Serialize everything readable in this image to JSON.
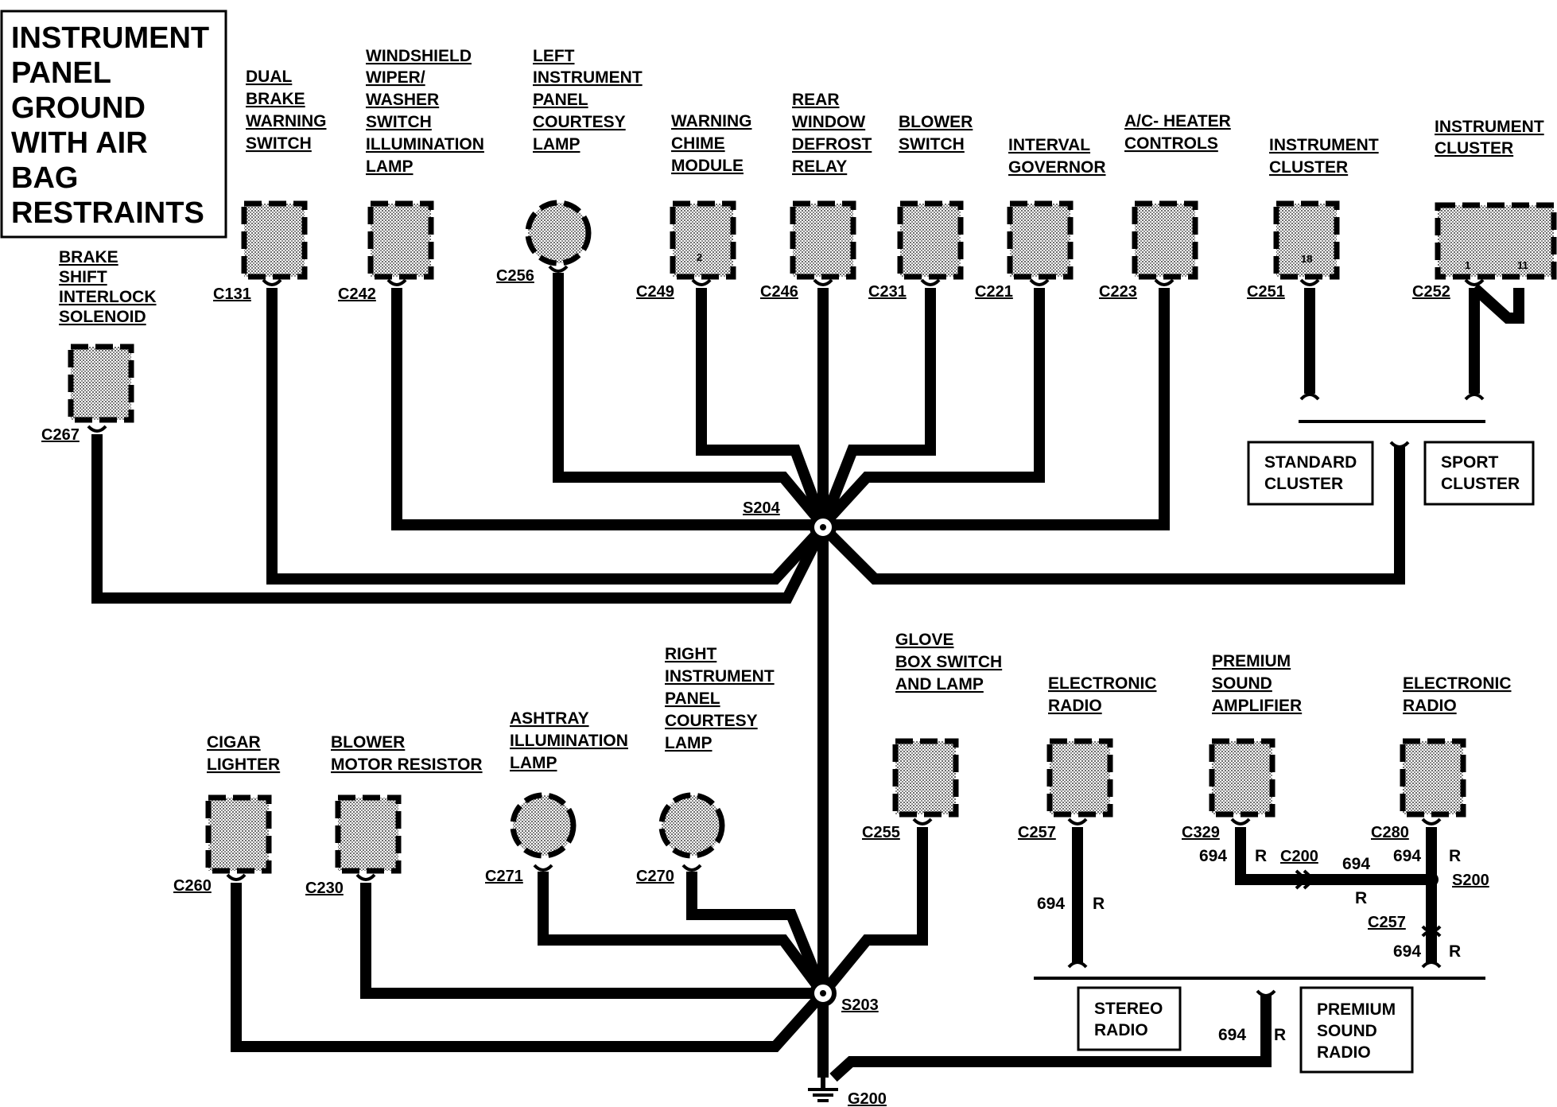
{
  "title": [
    "INSTRUMENT",
    "PANEL",
    "GROUND",
    "WITH AIR",
    "BAG",
    "RESTRAINTS"
  ],
  "components": {
    "dual_brake": [
      "DUAL",
      "BRAKE",
      "WARNING",
      "SWITCH"
    ],
    "wiper": [
      "WINDSHIELD",
      "WIPER/",
      "WASHER",
      "SWITCH",
      "ILLUMINATION",
      "LAMP"
    ],
    "left_courtesy": [
      "LEFT",
      "INSTRUMENT",
      "PANEL",
      "COURTESY",
      "LAMP"
    ],
    "chime": [
      "WARNING",
      "CHIME",
      "MODULE"
    ],
    "rear_defrost": [
      "REAR",
      "WINDOW",
      "DEFROST",
      "RELAY"
    ],
    "blower_switch": [
      "BLOWER",
      "SWITCH"
    ],
    "interval": [
      "INTERVAL",
      "GOVERNOR"
    ],
    "ac_heater": [
      "A/C- HEATER",
      "CONTROLS"
    ],
    "cluster_std": [
      "INSTRUMENT",
      "CLUSTER"
    ],
    "cluster_sport": [
      "INSTRUMENT",
      "CLUSTER"
    ],
    "brake_shift": [
      "BRAKE",
      "SHIFT",
      "INTERLOCK",
      "SOLENOID"
    ],
    "cigar": [
      "CIGAR",
      "LIGHTER"
    ],
    "blower_resistor": [
      "BLOWER",
      "MOTOR RESISTOR"
    ],
    "ashtray": [
      "ASHTRAY",
      "ILLUMINATION",
      "LAMP"
    ],
    "right_courtesy": [
      "RIGHT",
      "INSTRUMENT",
      "PANEL",
      "COURTESY",
      "LAMP"
    ],
    "glove": [
      "GLOVE",
      "BOX SWITCH",
      "AND LAMP"
    ],
    "radio1": [
      "ELECTRONIC",
      "RADIO"
    ],
    "amp": [
      "PREMIUM",
      "SOUND",
      "AMPLIFIER"
    ],
    "radio2": [
      "ELECTRONIC",
      "RADIO"
    ]
  },
  "connectors": {
    "c131": "C131",
    "c242": "C242",
    "c256": "C256",
    "c249": "C249",
    "c246": "C246",
    "c231": "C231",
    "c221": "C221",
    "c223": "C223",
    "c251": "C251",
    "c252": "C252",
    "c267": "C267",
    "c260": "C260",
    "c230": "C230",
    "c271": "C271",
    "c270": "C270",
    "c255": "C255",
    "c257a": "C257",
    "c329": "C329",
    "c280": "C280",
    "c200": "C200",
    "c257b": "C257"
  },
  "pins": {
    "chime": "2",
    "cluster_std": "18",
    "sport_a": "1",
    "sport_b": "11"
  },
  "splices": {
    "s204": "S204",
    "s203": "S203",
    "s200": "S200",
    "g200": "G200"
  },
  "wire": {
    "circuit": "694",
    "color": "R"
  },
  "options": {
    "standard": [
      "STANDARD",
      "CLUSTER"
    ],
    "sport": [
      "SPORT",
      "CLUSTER"
    ],
    "stereo": [
      "STEREO",
      "RADIO"
    ],
    "premium": [
      "PREMIUM",
      "SOUND",
      "RADIO"
    ]
  }
}
